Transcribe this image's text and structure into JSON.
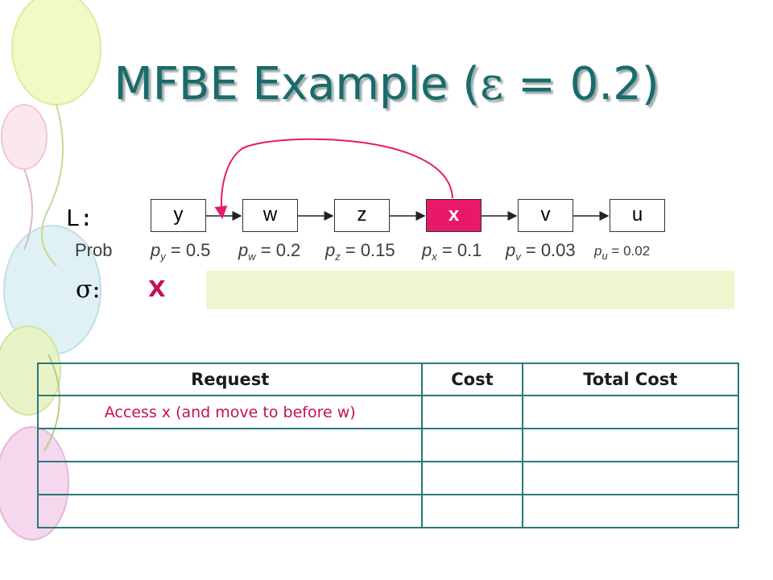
{
  "slide": {
    "title_prefix": "MFBE Example (",
    "epsilon_symbol": "ε",
    "title_suffix": " = 0.2)",
    "list_label": "L:",
    "nodes": [
      {
        "label": "y",
        "highlighted": false
      },
      {
        "label": "w",
        "highlighted": false
      },
      {
        "label": "z",
        "highlighted": false
      },
      {
        "label": "x",
        "highlighted": true
      },
      {
        "label": "v",
        "highlighted": false
      },
      {
        "label": "u",
        "highlighted": false
      }
    ],
    "prob_label": "Prob",
    "probs": [
      {
        "p": "p",
        "sub": "y",
        "value": " = 0.5"
      },
      {
        "p": "p",
        "sub": "w",
        "value": " = 0.2"
      },
      {
        "p": "p",
        "sub": "z",
        "value": " = 0.15"
      },
      {
        "p": "p",
        "sub": "x",
        "value": " = 0.1"
      },
      {
        "p": "p",
        "sub": "v",
        "value": " = 0.03"
      },
      {
        "p": "p",
        "sub": "u",
        "value": " = 0.02"
      }
    ],
    "sigma_label": "σ:",
    "sigma_value": "X",
    "table": {
      "headers": [
        "Request",
        "Cost",
        "Total Cost"
      ],
      "rows": [
        [
          "Access x (and move to before w)",
          "",
          ""
        ],
        [
          "",
          "",
          ""
        ],
        [
          "",
          "",
          ""
        ],
        [
          "",
          "",
          ""
        ]
      ]
    },
    "colors": {
      "title": "#1a6b6b",
      "highlight": "#e8196b",
      "accent_text": "#c4105a",
      "table_border": "#2a7878",
      "sequence_box": "#eff6d0"
    }
  }
}
